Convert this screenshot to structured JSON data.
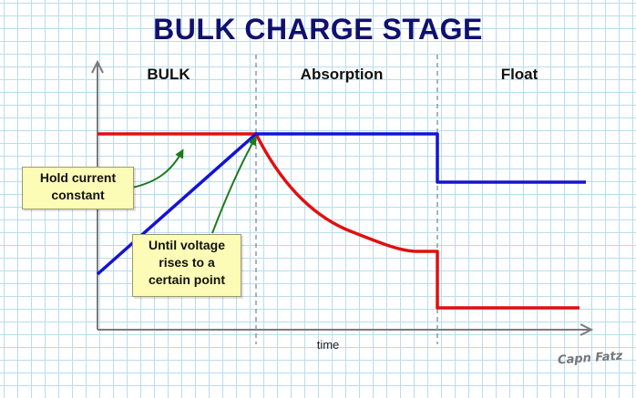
{
  "title": "BULK CHARGE STAGE",
  "phases": {
    "bulk": "BULK",
    "absorption": "Absorption",
    "float": "Float"
  },
  "x_axis_label": "time",
  "notes": {
    "hold_current": [
      "Hold current",
      "constant"
    ],
    "until_voltage": [
      "Until voltage",
      "rises to a",
      "certain point"
    ]
  },
  "signature": "Capn Fatz",
  "colors": {
    "title": "#10106e",
    "current_line": "#e01010",
    "voltage_line": "#1414d2",
    "arrow": "#1c7a1c",
    "grid": "#b9dcef",
    "note_fill": "#fdfcb6"
  }
}
